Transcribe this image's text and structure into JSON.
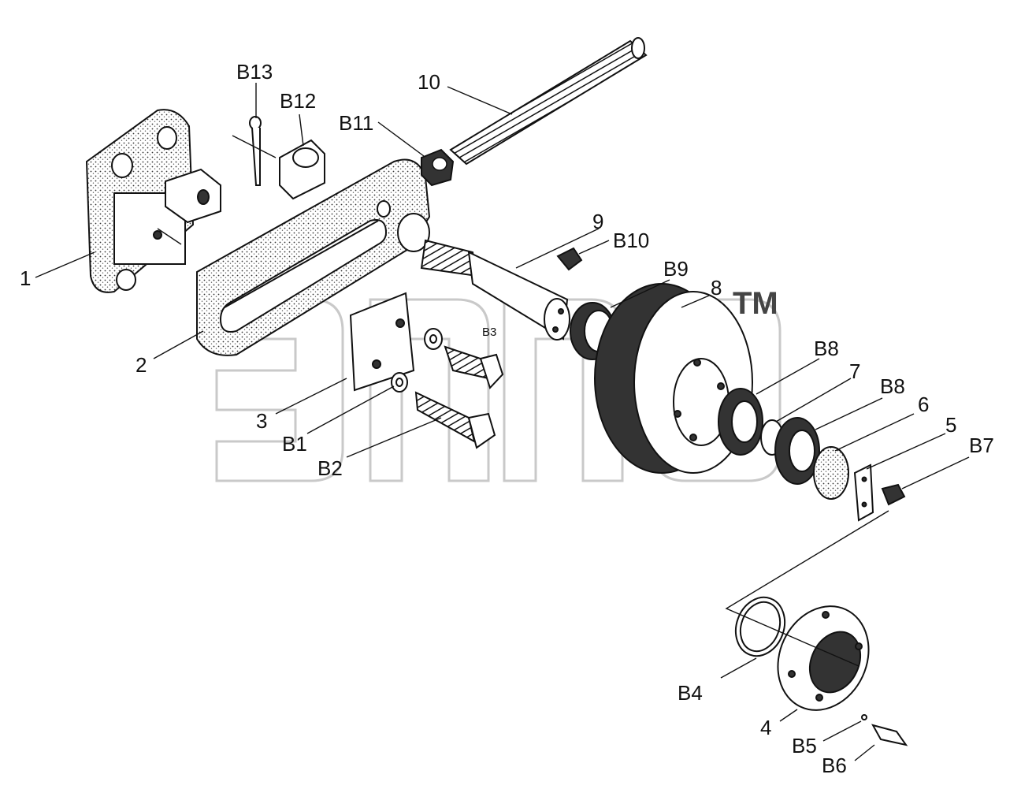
{
  "watermark": {
    "trademark": "TM"
  },
  "labels": {
    "p1": "1",
    "p2": "2",
    "p3": "3",
    "p4": "4",
    "p5": "5",
    "p6": "6",
    "p7": "7",
    "p8": "8",
    "p9": "9",
    "p10": "10",
    "b1": "B1",
    "b2": "B2",
    "b3": "B3",
    "b4": "B4",
    "b5": "B5",
    "b6": "B6",
    "b7": "B7",
    "b8a": "B8",
    "b8b": "B8",
    "b9": "B9",
    "b10": "B10",
    "b11": "B11",
    "b12": "B12",
    "b13": "B13"
  }
}
